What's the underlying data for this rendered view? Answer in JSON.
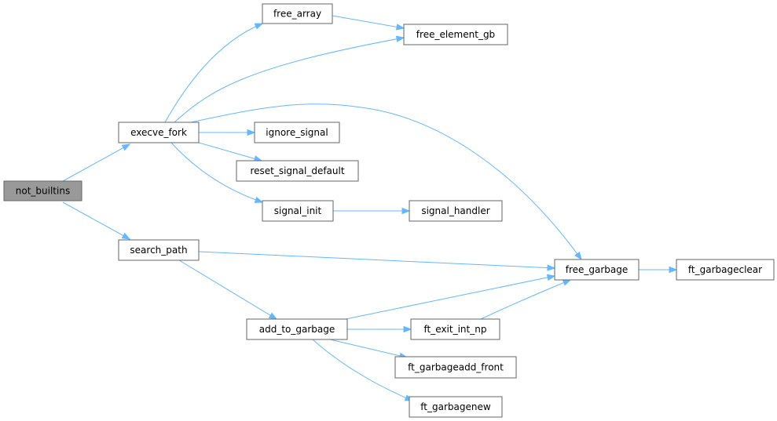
{
  "graph": {
    "nodes": [
      {
        "id": "not_builtins",
        "label": "not_builtins",
        "root": true
      },
      {
        "id": "execve_fork",
        "label": "execve_fork"
      },
      {
        "id": "search_path",
        "label": "search_path"
      },
      {
        "id": "free_array",
        "label": "free_array"
      },
      {
        "id": "free_element_gb",
        "label": "free_element_gb"
      },
      {
        "id": "ignore_signal",
        "label": "ignore_signal"
      },
      {
        "id": "reset_signal_default",
        "label": "reset_signal_default"
      },
      {
        "id": "signal_init",
        "label": "signal_init"
      },
      {
        "id": "signal_handler",
        "label": "signal_handler"
      },
      {
        "id": "free_garbage",
        "label": "free_garbage"
      },
      {
        "id": "ft_garbageclear",
        "label": "ft_garbageclear"
      },
      {
        "id": "add_to_garbage",
        "label": "add_to_garbage"
      },
      {
        "id": "ft_exit_int_np",
        "label": "ft_exit_int_np"
      },
      {
        "id": "ft_garbageadd_front",
        "label": "ft_garbageadd_front"
      },
      {
        "id": "ft_garbagenew",
        "label": "ft_garbagenew"
      }
    ],
    "edges": [
      {
        "from": "not_builtins",
        "to": "execve_fork"
      },
      {
        "from": "not_builtins",
        "to": "search_path"
      },
      {
        "from": "execve_fork",
        "to": "free_array"
      },
      {
        "from": "execve_fork",
        "to": "free_element_gb"
      },
      {
        "from": "execve_fork",
        "to": "free_garbage"
      },
      {
        "from": "execve_fork",
        "to": "ignore_signal"
      },
      {
        "from": "execve_fork",
        "to": "reset_signal_default"
      },
      {
        "from": "execve_fork",
        "to": "signal_init"
      },
      {
        "from": "free_array",
        "to": "free_element_gb"
      },
      {
        "from": "signal_init",
        "to": "signal_handler"
      },
      {
        "from": "search_path",
        "to": "free_garbage"
      },
      {
        "from": "search_path",
        "to": "add_to_garbage"
      },
      {
        "from": "free_garbage",
        "to": "ft_garbageclear"
      },
      {
        "from": "add_to_garbage",
        "to": "free_garbage"
      },
      {
        "from": "add_to_garbage",
        "to": "ft_exit_int_np"
      },
      {
        "from": "add_to_garbage",
        "to": "ft_garbageadd_front"
      },
      {
        "from": "add_to_garbage",
        "to": "ft_garbagenew"
      },
      {
        "from": "ft_exit_int_np",
        "to": "free_garbage"
      }
    ]
  }
}
